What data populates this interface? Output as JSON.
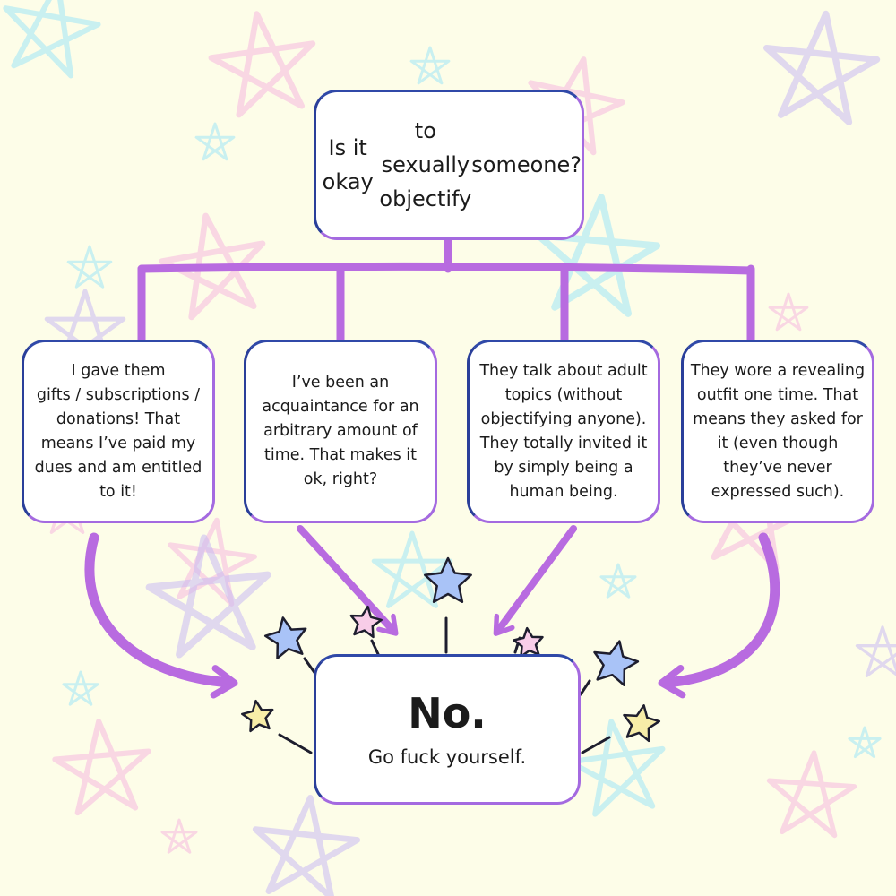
{
  "question": {
    "lines": [
      "Is it okay",
      "to sexually objectify",
      "someone?"
    ]
  },
  "reasons": [
    {
      "lines": [
        "I gave them",
        "gifts / subscriptions /",
        "donations! That",
        "means I’ve paid my",
        "dues and am entitled",
        "to it!"
      ]
    },
    {
      "lines": [
        "I’ve been an",
        "acquaintance for an",
        "arbitrary amount of",
        "time. That makes it",
        "ok, right?"
      ]
    },
    {
      "lines": [
        "They talk about adult",
        "topics (without",
        "objectifying anyone).",
        "They totally invited it",
        "by simply being a",
        "human being."
      ]
    },
    {
      "lines": [
        "They wore a revealing",
        "outfit one time. That",
        "means they asked for",
        "it (even though",
        "they’ve never",
        "expressed such)."
      ]
    }
  ],
  "answer": {
    "main": "No.",
    "sub": "Go fuck yourself."
  },
  "colors": {
    "background": "#fdfde8",
    "connector": "#b86be0",
    "box_border_purple": "#a46ae0",
    "box_border_blue": "#2a3f9a",
    "star_blue": "#a9c3f7",
    "star_pink": "#f8cde8",
    "star_yellow": "#f7eda8",
    "star_outline": "#1e1e2e",
    "bg_star_pink": "#f6b8de",
    "bg_star_cyan": "#9fe6f6",
    "bg_star_lavender": "#c9baf2"
  }
}
